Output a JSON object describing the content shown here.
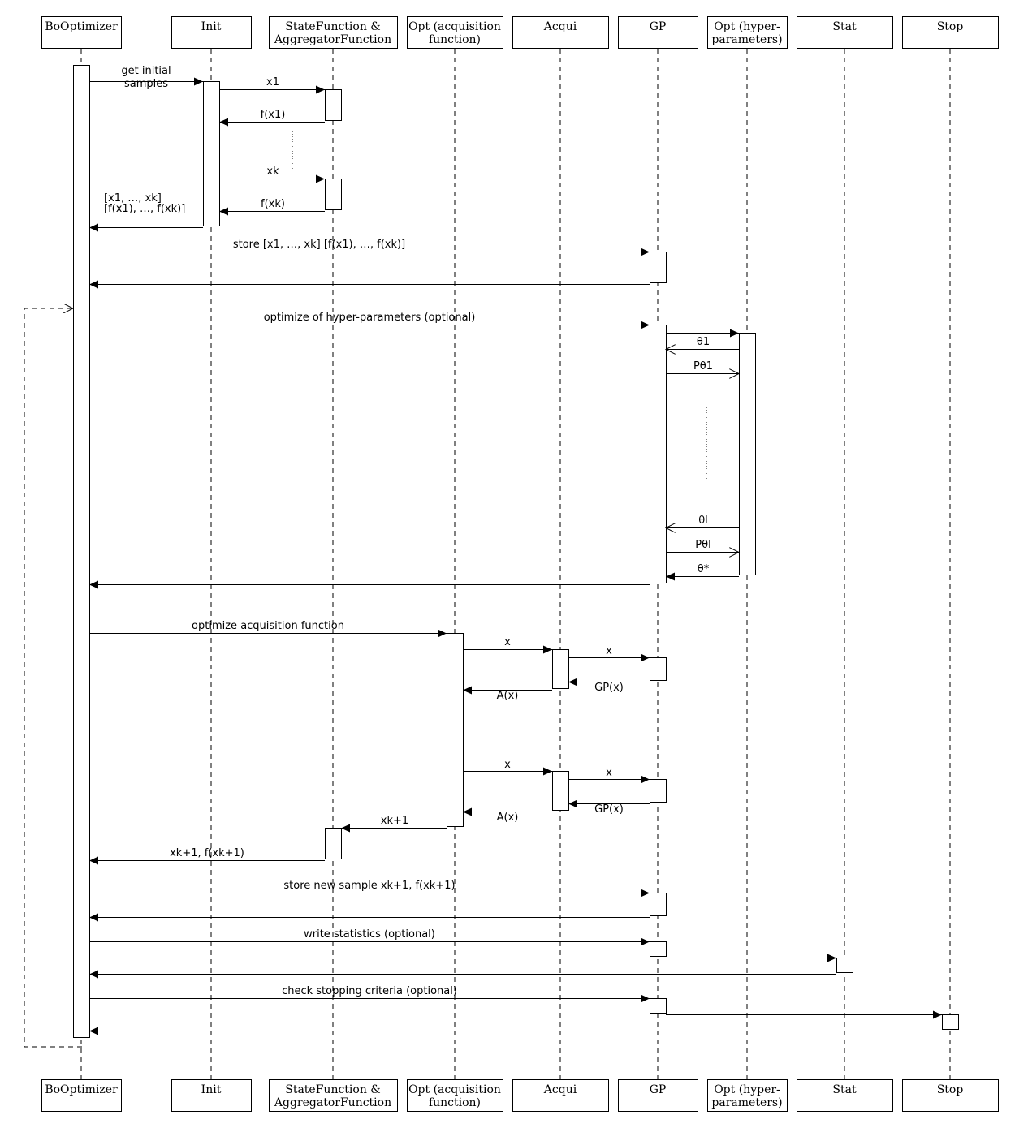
{
  "participants": [
    {
      "id": "bo",
      "lines": [
        "BoOptimizer"
      ]
    },
    {
      "id": "init",
      "lines": [
        "Init"
      ]
    },
    {
      "id": "sf",
      "lines": [
        "StateFunction &",
        "AggregatorFunction"
      ]
    },
    {
      "id": "optacq",
      "lines": [
        "Opt (acquisition",
        "function)"
      ]
    },
    {
      "id": "acqui",
      "lines": [
        "Acqui"
      ]
    },
    {
      "id": "gp",
      "lines": [
        "GP"
      ]
    },
    {
      "id": "opthyp",
      "lines": [
        "Opt (hyper-",
        "parameters)"
      ]
    },
    {
      "id": "stat",
      "lines": [
        "Stat"
      ]
    },
    {
      "id": "stop",
      "lines": [
        "Stop"
      ]
    }
  ],
  "messages": [
    {
      "id": "get-initial-samples",
      "from": "bo",
      "to": "init",
      "style": "sync",
      "lines": [
        "get initial",
        "samples"
      ]
    },
    {
      "id": "x1",
      "from": "init",
      "to": "sf",
      "style": "sync",
      "lines": [
        "x1"
      ]
    },
    {
      "id": "fx1",
      "from": "sf",
      "to": "init",
      "style": "sync",
      "lines": [
        "f(x1)"
      ]
    },
    {
      "id": "xk",
      "from": "init",
      "to": "sf",
      "style": "sync",
      "lines": [
        "xk"
      ]
    },
    {
      "id": "fxk",
      "from": "sf",
      "to": "init",
      "style": "sync",
      "lines": [
        "f(xk)"
      ]
    },
    {
      "id": "initial-result",
      "from": "init",
      "to": "bo",
      "style": "sync",
      "lines": [
        "[x1, …, xk]",
        "[f(x1), …, f(xk)]"
      ]
    },
    {
      "id": "store",
      "from": "bo",
      "to": "gp",
      "style": "sync",
      "lines": [
        "store [x1, …, xk] [f(x1), …, f(xk)]"
      ]
    },
    {
      "id": "store-return",
      "from": "gp",
      "to": "bo",
      "style": "sync",
      "lines": []
    },
    {
      "id": "optimize-hyper",
      "from": "bo",
      "to": "gp",
      "style": "sync",
      "lines": [
        "optimize of hyper-parameters (optional)"
      ]
    },
    {
      "id": "theta1",
      "from": "gp",
      "to": "opthyp",
      "style": "sync",
      "lines": []
    },
    {
      "id": "theta1-back",
      "from": "opthyp",
      "to": "gp",
      "style": "async",
      "lines": [
        "θ1"
      ]
    },
    {
      "id": "ptheta1",
      "from": "gp",
      "to": "opthyp",
      "style": "async",
      "lines": [
        "Pθ1"
      ]
    },
    {
      "id": "thetal",
      "from": "opthyp",
      "to": "gp",
      "style": "async",
      "lines": [
        "θl"
      ]
    },
    {
      "id": "pthetal",
      "from": "gp",
      "to": "opthyp",
      "style": "async",
      "lines": [
        "Pθl"
      ]
    },
    {
      "id": "theta-star",
      "from": "opthyp",
      "to": "gp",
      "style": "sync",
      "lines": [
        "θ*"
      ]
    },
    {
      "id": "hyper-return",
      "from": "gp",
      "to": "bo",
      "style": "sync",
      "lines": []
    },
    {
      "id": "optimize-acq",
      "from": "bo",
      "to": "optacq",
      "style": "sync",
      "lines": [
        "optimize acquisition function"
      ]
    },
    {
      "id": "x-a1",
      "from": "optacq",
      "to": "acqui",
      "style": "sync",
      "lines": [
        "x"
      ]
    },
    {
      "id": "x-g1",
      "from": "acqui",
      "to": "gp",
      "style": "sync",
      "lines": [
        "x"
      ]
    },
    {
      "id": "gpx-1",
      "from": "gp",
      "to": "acqui",
      "style": "sync",
      "lines": [
        "GP(x)"
      ]
    },
    {
      "id": "ax-1",
      "from": "acqui",
      "to": "optacq",
      "style": "sync",
      "lines": [
        "A(x)"
      ]
    },
    {
      "id": "x-a2",
      "from": "optacq",
      "to": "acqui",
      "style": "sync",
      "lines": [
        "x"
      ]
    },
    {
      "id": "x-g2",
      "from": "acqui",
      "to": "gp",
      "style": "sync",
      "lines": [
        "x"
      ]
    },
    {
      "id": "gpx-2",
      "from": "gp",
      "to": "acqui",
      "style": "sync",
      "lines": [
        "GP(x)"
      ]
    },
    {
      "id": "ax-2",
      "from": "acqui",
      "to": "optacq",
      "style": "sync",
      "lines": [
        "A(x)"
      ]
    },
    {
      "id": "xk1",
      "from": "optacq",
      "to": "sf",
      "style": "sync",
      "lines": [
        "xk+1"
      ]
    },
    {
      "id": "xk1-fxk1",
      "from": "sf",
      "to": "bo",
      "style": "sync",
      "lines": [
        "xk+1, f(xk+1)"
      ]
    },
    {
      "id": "store-new",
      "from": "bo",
      "to": "gp",
      "style": "sync",
      "lines": [
        "store new sample xk+1, f(xk+1)"
      ]
    },
    {
      "id": "store-new-return",
      "from": "gp",
      "to": "bo",
      "style": "sync",
      "lines": []
    },
    {
      "id": "write-stats",
      "from": "bo",
      "to": "gp",
      "style": "sync",
      "lines": [
        "write statistics (optional)"
      ]
    },
    {
      "id": "gp-stat",
      "from": "gp",
      "to": "stat",
      "style": "sync",
      "lines": []
    },
    {
      "id": "stat-return",
      "from": "stat",
      "to": "bo",
      "style": "sync",
      "lines": []
    },
    {
      "id": "check-stop",
      "from": "bo",
      "to": "gp",
      "style": "sync",
      "lines": [
        "check stopping criteria (optional)"
      ]
    },
    {
      "id": "gp-stop",
      "from": "gp",
      "to": "stop",
      "style": "sync",
      "lines": []
    },
    {
      "id": "stop-return",
      "from": "stop",
      "to": "bo",
      "style": "sync",
      "lines": []
    }
  ],
  "activations": [
    {
      "participant": "bo"
    },
    {
      "participant": "init"
    },
    {
      "participant": "sf"
    },
    {
      "participant": "sf"
    },
    {
      "participant": "gp"
    },
    {
      "participant": "gp"
    },
    {
      "participant": "opthyp"
    },
    {
      "participant": "optacq"
    },
    {
      "participant": "acqui"
    },
    {
      "participant": "gp"
    },
    {
      "participant": "acqui"
    },
    {
      "participant": "gp"
    },
    {
      "participant": "sf"
    },
    {
      "participant": "gp"
    },
    {
      "participant": "gp"
    },
    {
      "participant": "stat"
    },
    {
      "participant": "gp"
    },
    {
      "participant": "stop"
    }
  ],
  "fragments": [
    {
      "kind": "ellipsis",
      "participant": "sf"
    },
    {
      "kind": "ellipsis",
      "participant": "gp-opthyp"
    },
    {
      "kind": "loop-back",
      "participant": "bo"
    }
  ]
}
